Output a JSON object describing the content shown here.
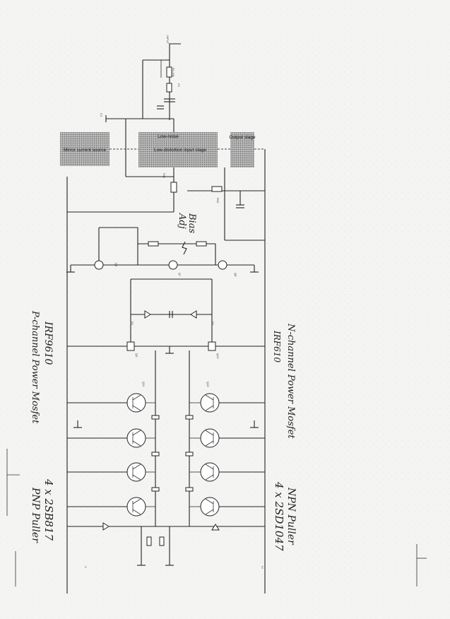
{
  "blocks": {
    "current_source": "Mirror current source",
    "input_stage_line1": "Low-noise",
    "input_stage_line2": "Low-distortion input stage",
    "output_stage": "Output stage"
  },
  "annotations": {
    "bias_adj_line1": "Bias",
    "bias_adj_line2": "Adj",
    "pch_fet_part": "IRF9610",
    "pch_fet_desc": "P-channel Power Mosfet",
    "nch_fet_part": "IRF610",
    "nch_fet_desc": "N-channel Power Mosfet",
    "pnp_pullers_count": "4 x 2SB817",
    "pnp_pullers_desc": "PNP Puller",
    "npn_pullers_count": "4 x 2SD1047",
    "npn_pullers_desc": "NPN Puller"
  },
  "colors": {
    "paper": "#f4f4f2",
    "ink": "#222222",
    "block_fill": "#9a9a9a"
  }
}
